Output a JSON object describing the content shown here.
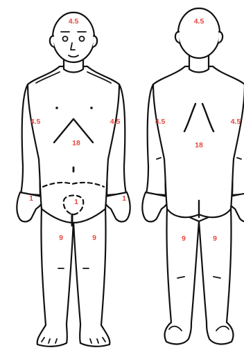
{
  "label_color": "#e8473c",
  "outline_color": "#111111",
  "front": {
    "head": "4.5",
    "right_arm": "4.5",
    "left_arm": "4.5",
    "trunk": "18",
    "right_hand": "1",
    "left_hand": "1",
    "genitalia": "1",
    "right_leg": "9",
    "left_leg": "9"
  },
  "back": {
    "head": "4.5",
    "left_arm": "4.5",
    "right_arm": "4.5",
    "trunk": "18",
    "left_leg": "9",
    "right_leg": "9"
  }
}
